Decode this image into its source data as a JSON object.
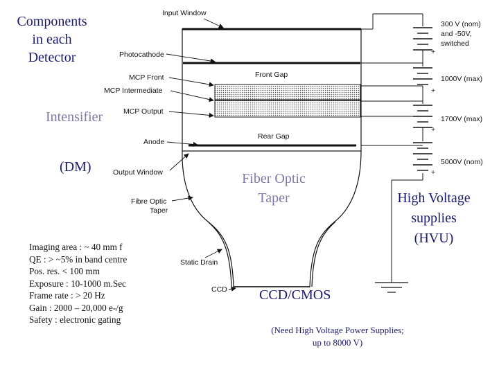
{
  "title": {
    "line1": "Components",
    "line2": "in each",
    "line3": "Detector"
  },
  "intensifier_label": "Intensifier",
  "dm_label": "(DM)",
  "taper_heading": {
    "line1": "Fiber Optic",
    "line2": "Taper"
  },
  "hvu_heading": {
    "line1": "High Voltage",
    "line2": "supplies",
    "line3": "(HVU)"
  },
  "specs": [
    "Imaging area : ~ 40 mm f",
    "QE : > ~5% in band centre",
    "Pos. res. < 100 mm",
    "Exposure : 10-1000 m.Sec",
    "Frame rate : > 20 Hz",
    "Gain : 2000 – 20,000 e-/g",
    "Safety : electronic gating"
  ],
  "ccd_cmos": "CCD/CMOS",
  "note": {
    "line1": "(Need High Voltage Power Supplies;",
    "line2": "up to 8000 V)"
  },
  "diagram_labels": {
    "input_window": "Input Window",
    "photocathode": "Photocathode",
    "mcp_front": "MCP Front",
    "mcp_intermediate": "MCP Intermediate",
    "mcp_output": "MCP Output",
    "anode": "Anode",
    "output_window": "Output Window",
    "fibre_optic_taper_1": "Fibre Optic",
    "fibre_optic_taper_2": "Taper",
    "static_drain": "Static Drain",
    "ccd": "CCD",
    "front_gap": "Front Gap",
    "rear_gap": "Rear Gap"
  },
  "voltages": {
    "v1_line1": "300 V (nom)",
    "v1_line2": "and -50V,",
    "v1_line3": "switched",
    "v2": "1000V (max)",
    "v3": "1700V (max)",
    "v4": "5000V (nom)"
  }
}
